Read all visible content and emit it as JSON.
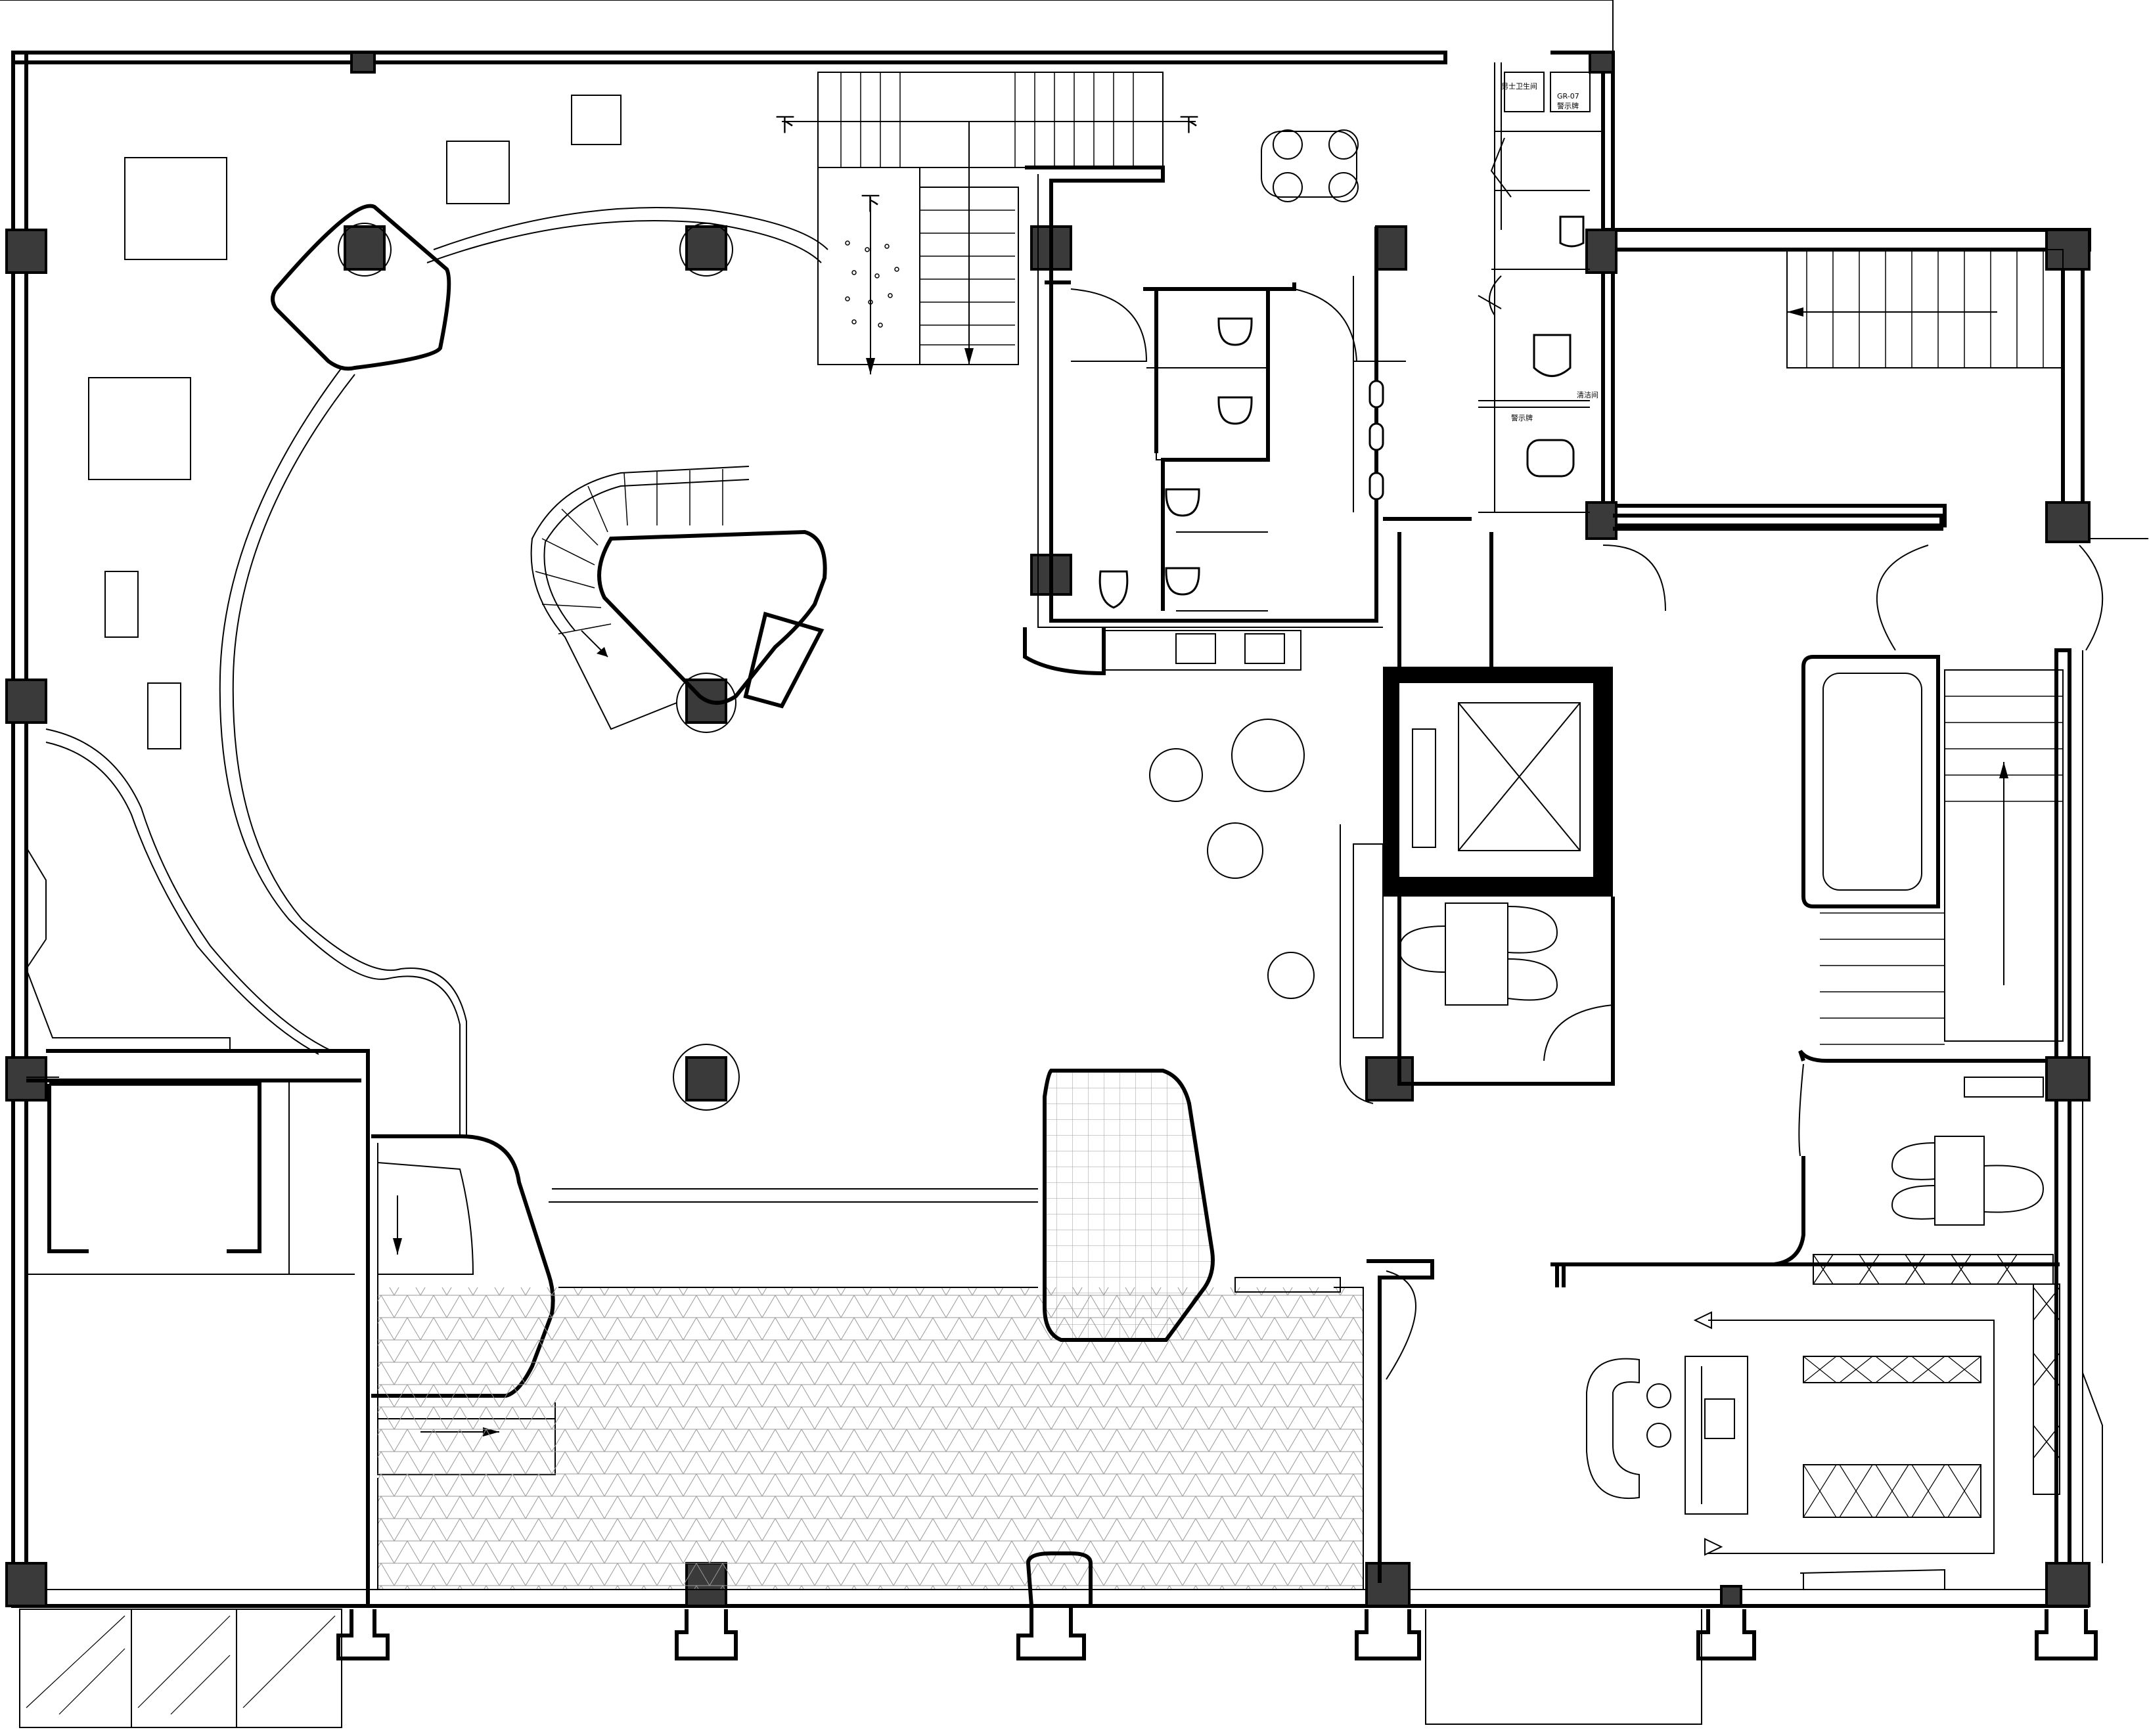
{
  "floorplan": {
    "stair_down_labels": [
      "下",
      "下",
      "下"
    ],
    "restroom_sign_top": "男士卫生间",
    "restroom_sign_right": "GR-07",
    "restroom_sign_right_sub": "警示牌",
    "restroom_tag_a": "清洁间",
    "restroom_tag_b": "警示牌"
  },
  "colors": {
    "line": "#000000",
    "column_fill": "#3a3a3a",
    "background": "#ffffff"
  }
}
